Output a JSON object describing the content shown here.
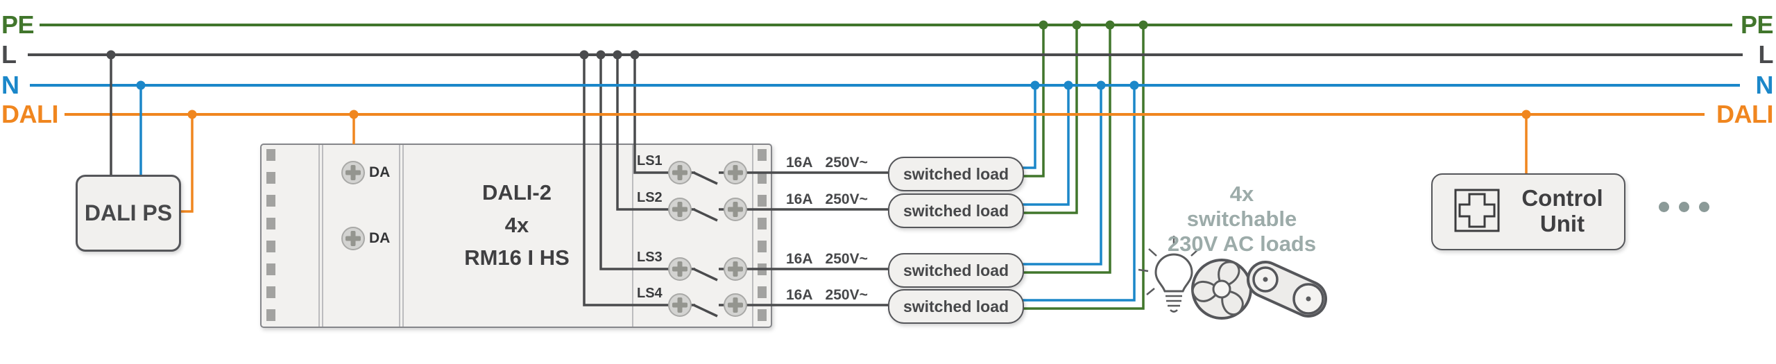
{
  "buses": {
    "pe": {
      "label": "PE",
      "color": "#41762C"
    },
    "l": {
      "label": "L",
      "color": "#4A4B4D"
    },
    "n": {
      "label": "N",
      "color": "#1B87C9"
    },
    "dali": {
      "label": "DALI",
      "color": "#F0861F"
    }
  },
  "dali_ps": {
    "label": "DALI PS"
  },
  "device": {
    "title_lines": [
      "DALI-2",
      "4x",
      "RM16 I HS"
    ],
    "da_terminal_labels": [
      "DA",
      "DA"
    ]
  },
  "channels": [
    {
      "label": "LS1",
      "rating_current": "16A",
      "rating_voltage": "250V~",
      "load_label": "switched load"
    },
    {
      "label": "LS2",
      "rating_current": "16A",
      "rating_voltage": "250V~",
      "load_label": "switched load"
    },
    {
      "label": "LS3",
      "rating_current": "16A",
      "rating_voltage": "250V~",
      "load_label": "switched load"
    },
    {
      "label": "LS4",
      "rating_current": "16A",
      "rating_voltage": "250V~",
      "load_label": "switched load"
    }
  ],
  "loads_note": {
    "lines": [
      "4x",
      "switchable",
      "230V AC loads"
    ],
    "color": "#9CABA9",
    "icons": [
      "light-bulb-icon",
      "fan-icon",
      "motor-belt-icon"
    ]
  },
  "control_unit": {
    "lines": [
      "Control",
      "Unit"
    ],
    "icon": "dali-device-icon"
  },
  "more_devices_indicator": {
    "icon": "ellipsis-icon",
    "dot_count": 3
  }
}
